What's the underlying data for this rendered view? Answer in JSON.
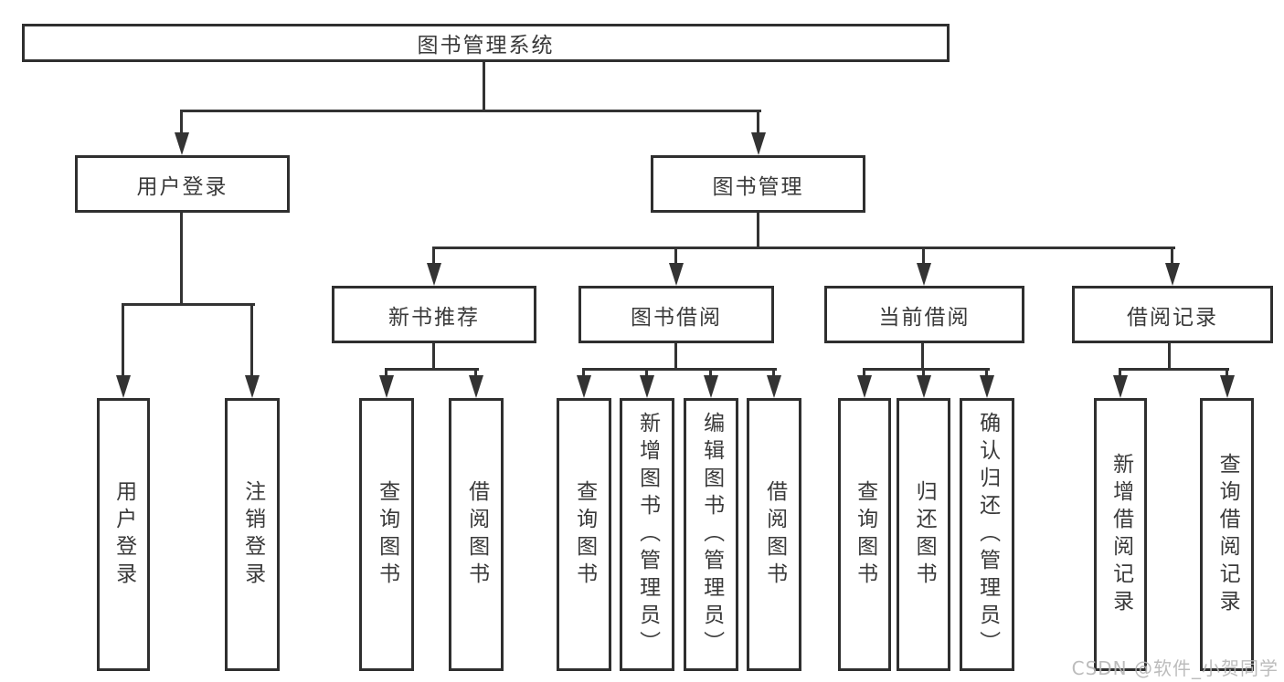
{
  "diagram": {
    "root": {
      "label": "图书管理系统"
    },
    "level2": [
      {
        "label": "用户登录",
        "children": [
          {
            "label": "用户登录"
          },
          {
            "label": "注销登录"
          }
        ]
      },
      {
        "label": "图书管理",
        "children": [
          {
            "label": "新书推荐",
            "children": [
              {
                "label": "查询图书"
              },
              {
                "label": "借阅图书"
              }
            ]
          },
          {
            "label": "图书借阅",
            "children": [
              {
                "label": "查询图书"
              },
              {
                "label": "新增图书（管理员）"
              },
              {
                "label": "编辑图书（管理员）"
              },
              {
                "label": "借阅图书"
              }
            ]
          },
          {
            "label": "当前借阅",
            "children": [
              {
                "label": "查询图书"
              },
              {
                "label": "归还图书"
              },
              {
                "label": "确认归还（管理员）"
              }
            ]
          },
          {
            "label": "借阅记录",
            "children": [
              {
                "label": "新增借阅记录"
              },
              {
                "label": "查询借阅记录"
              }
            ]
          }
        ]
      }
    ]
  },
  "watermark": {
    "text": "CSDN @软件_小贺同学"
  },
  "colors": {
    "line": "#333333",
    "box_border": "#2f2f2f",
    "text": "#3a3a3a",
    "background": "#ffffff",
    "watermark": "#b5b5b5"
  }
}
